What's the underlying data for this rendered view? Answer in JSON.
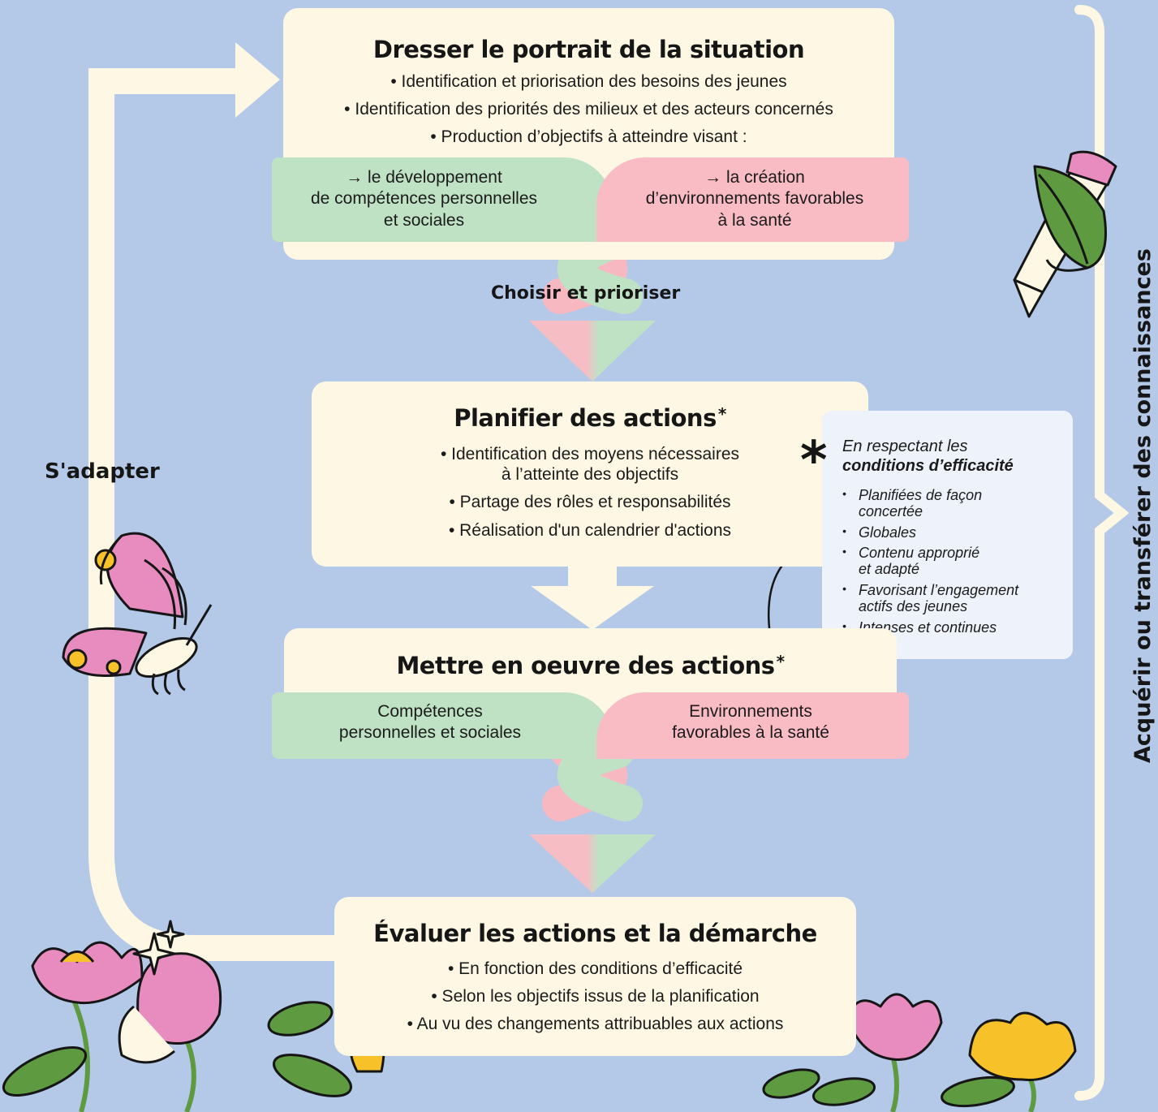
{
  "step1": {
    "title": "Dresser le portrait de la situation",
    "bullets": [
      "• Identification et priorisation des besoins des jeunes",
      "• Identification des priorités des milieux et des acteurs concernés",
      "• Production d’objectifs à atteindre visant :"
    ],
    "left_split": "→ le développement\nde compétences personnelles\net sociales",
    "right_split": "→ la création\nd’environnements favorables\nà la santé"
  },
  "transition_label": "Choisir et prioriser",
  "step2": {
    "title": "Planifier des actions",
    "star": "*",
    "bullets": [
      "• Identification des moyens nécessaires\nà l’atteinte des objectifs",
      "• Partage des rôles et responsabilités",
      "• Réalisation d'un calendrier d'actions"
    ]
  },
  "step3": {
    "title": "Mettre en oeuvre des actions",
    "star": "*",
    "left_split": "Compétences\npersonnelles et sociales",
    "right_split": "Environnements\nfavorables à la santé"
  },
  "step4": {
    "title": "Évaluer les actions et la démarche",
    "bullets": [
      "• En fonction des conditions d’efficacité",
      "• Selon les objectifs issus de la planification",
      "• Au vu des changements attribuables aux actions"
    ]
  },
  "conditions": {
    "asterisk": "*",
    "intro": "En respectant les",
    "intro_bold": "conditions d’efficacité",
    "items": [
      "Planifiées de façon\nconcertée",
      "Globales",
      "Contenu approprié\net adapté",
      "Favorisant l’engagement\nactifs des jeunes",
      "Intenses et continues"
    ]
  },
  "side_left_label": "S'adapter",
  "side_right_label": "Acquérir ou transférer des connaissances",
  "colors": {
    "background": "#b4c8e8",
    "box": "#fdf7e3",
    "green": "#bfe2c4",
    "pink": "#f9bcc4",
    "dark_green": "#5e9a40",
    "flower_pink": "#e88cbf",
    "yellow": "#f7c12a"
  }
}
